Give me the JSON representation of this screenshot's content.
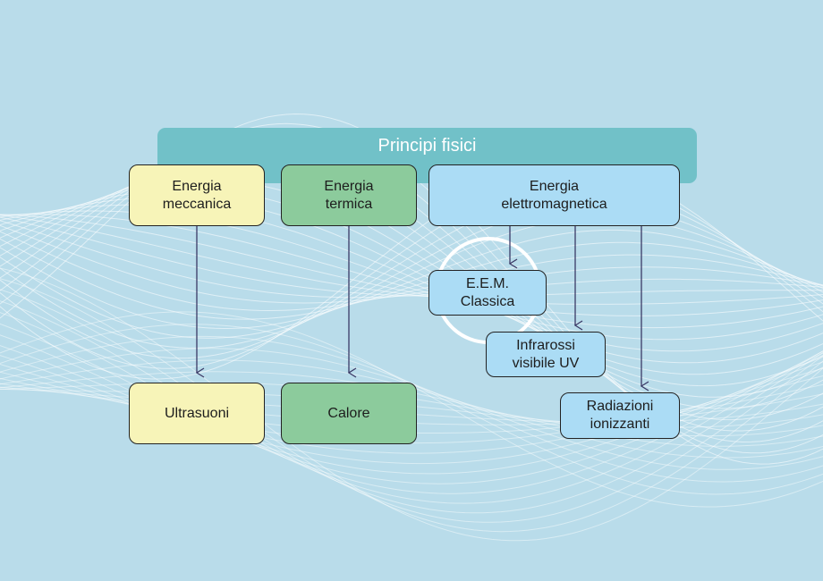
{
  "header": {
    "label": "Principi fisici"
  },
  "boxes": {
    "mechanical": "Energia\nmeccanica",
    "thermal": "Energia\ntermica",
    "electromagnetic": "Energia\nelettromagnetica",
    "eem": "E.E.M.\nClassica",
    "infrared": "Infrarossi\nvisibile UV",
    "ultrasound": "Ultrasuoni",
    "heat": "Calore",
    "ionizing": "Radiazioni\nionizzanti"
  },
  "colors": {
    "background": "#b9dcea",
    "header": "#71c1c8",
    "yellow": "#f7f4b8",
    "green": "#8ccb9c",
    "blue": "#abdcf5",
    "arrow": "#3a3a66"
  }
}
